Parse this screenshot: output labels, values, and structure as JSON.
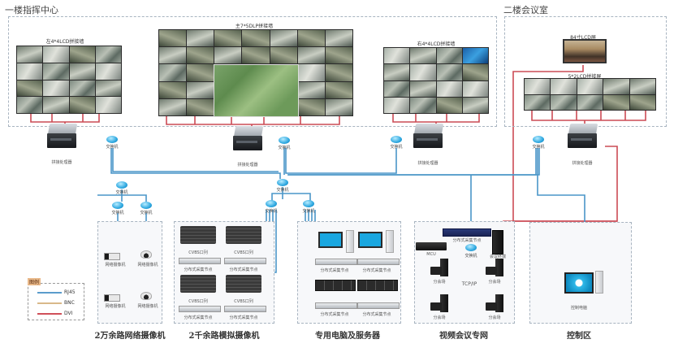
{
  "zones": {
    "floor1": {
      "title": "一楼指挥中心"
    },
    "floor2": {
      "title": "二楼会议室"
    }
  },
  "video_walls": {
    "left": {
      "label": "左4*4LCD拼接墙"
    },
    "main": {
      "label": "主7*5DLP拼接墙"
    },
    "right": {
      "label": "右4*4LCD拼接墙"
    },
    "lcd84": {
      "label": "84寸LCD屏"
    },
    "conf_wall": {
      "label": "5*2LCD拼接屏"
    }
  },
  "devices": {
    "splice_processor": "拼接处理器",
    "switch": "交换机",
    "network_camera": "网络摄像机",
    "cvbs_input": "CVBS口列",
    "distributed_node": "分布式采集节点",
    "mcu": "MCU",
    "conference_terminal": "会议终端",
    "branch_venue": "分会场",
    "tcpip": "TCP/IP",
    "control_pc": "控制电脑",
    "codec": "分布式采集节点"
  },
  "sections": {
    "network_cameras": "2万余路网络摄像机",
    "analog_cameras": "2千余路模拟摄像机",
    "dedicated_pc_servers": "专用电脑及服务器",
    "video_conference": "视频会议专网",
    "control_area": "控制区"
  },
  "legend": {
    "title": "图例",
    "items": [
      {
        "label": "RJ45",
        "color": "#5b9ccc"
      },
      {
        "label": "BNC",
        "color": "#d9b98a"
      },
      {
        "label": "DVI",
        "color": "#d0505a"
      }
    ]
  },
  "colors": {
    "rj45": "#4a96c8",
    "dvi": "#cc4b55",
    "bnc": "#d9a860"
  }
}
